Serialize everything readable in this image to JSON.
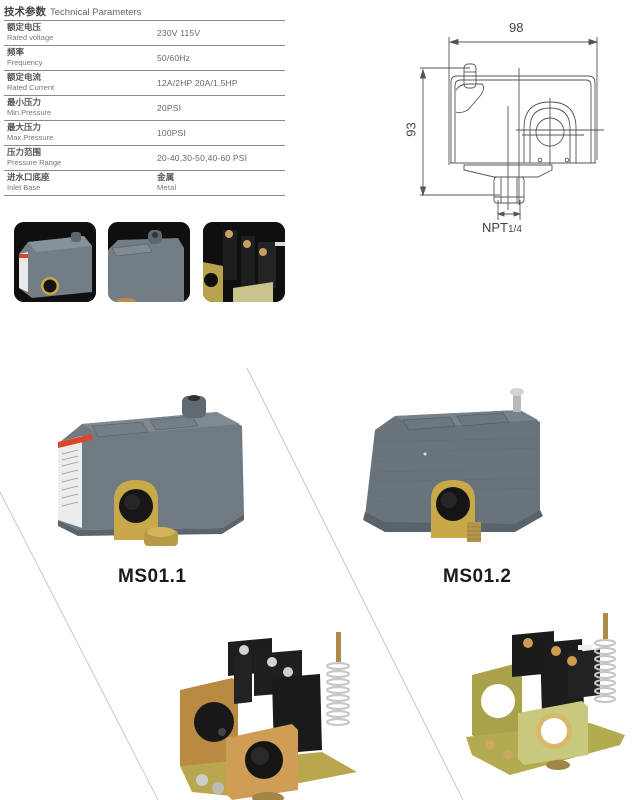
{
  "spec_table": {
    "title_cn": "技术参数",
    "title_en": "Technical Parameters",
    "rows": [
      {
        "label_cn": "额定电压",
        "label_en": "Rated voltage",
        "value": "230V  115V"
      },
      {
        "label_cn": "频率",
        "label_en": "Frequency",
        "value": "50/60Hz"
      },
      {
        "label_cn": "额定电流",
        "label_en": "Rated Current",
        "value": "12A/2HP 20A/1.5HP"
      },
      {
        "label_cn": "最小压力",
        "label_en": "Min.Pressure",
        "value": "20PSI"
      },
      {
        "label_cn": "最大压力",
        "label_en": "Max.Pressure",
        "value": "100PSI"
      },
      {
        "label_cn": "压力范围",
        "label_en": "Pressure Range",
        "value": "20-40,30-50,40-60 PSI"
      },
      {
        "label_cn": "进水口底座",
        "label_en": "Inlet Base",
        "value_cn": "金属",
        "value_en": "Metal"
      }
    ]
  },
  "drawing": {
    "width_dim": "98",
    "height_dim": "93",
    "thread_main": "NPT",
    "thread_size": "1/4"
  },
  "thumbnails": [
    {
      "subject": "pressure-switch-housing-with-label"
    },
    {
      "subject": "housing-top-closeup"
    },
    {
      "subject": "terminal-block-closeup"
    }
  ],
  "products": [
    {
      "model": "MS01.1",
      "housing_color": "#6f7a82"
    },
    {
      "model": "MS01.2",
      "housing_color": "#68737b"
    }
  ],
  "colors": {
    "housing": "#6f7a82",
    "housing_dark": "#55606a",
    "brass": "#c9a84a",
    "terminal_black": "#1c1c1c",
    "label_red": "#d9472b",
    "divider": "#c8c8c8",
    "table_rule": "#8a8a8a"
  }
}
